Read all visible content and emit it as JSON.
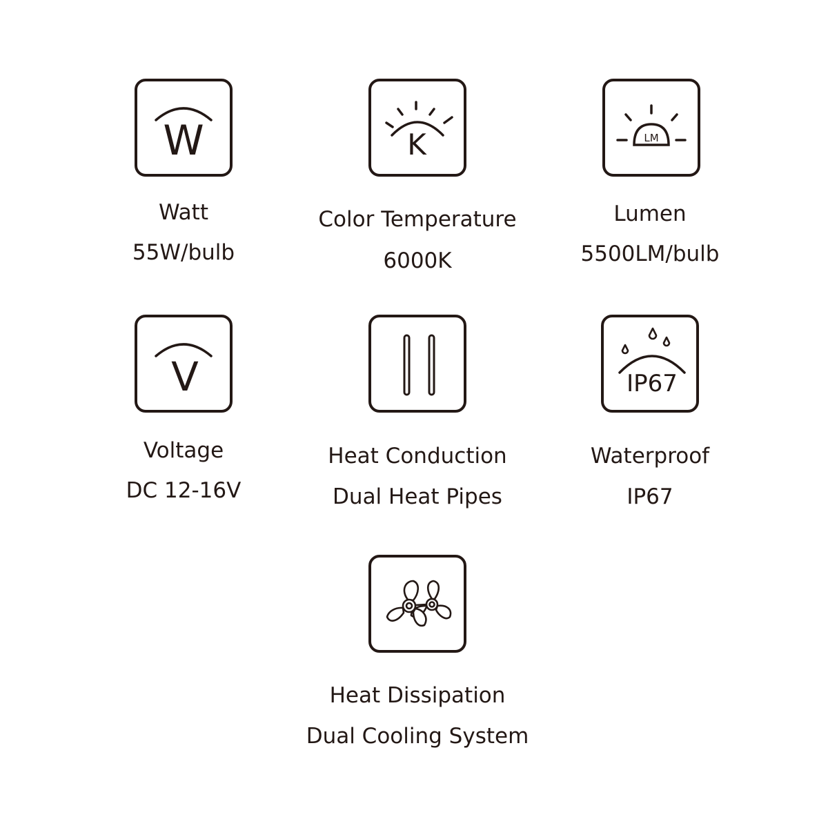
{
  "features": [
    {
      "icon": "watt-icon",
      "glyph": "W",
      "label": "Watt",
      "value": "55W/bulb"
    },
    {
      "icon": "color-temperature-icon",
      "glyph": "K",
      "label": "Color Temperature",
      "value": "6000K"
    },
    {
      "icon": "lumen-icon",
      "glyph": "LM",
      "label": "Lumen",
      "value": "5500LM/bulb"
    },
    {
      "icon": "voltage-icon",
      "glyph": "V",
      "label": "Voltage",
      "value": "DC 12-16V"
    },
    {
      "icon": "heat-pipes-icon",
      "label": "Heat Conduction",
      "value": "Dual Heat Pipes"
    },
    {
      "icon": "waterproof-icon",
      "glyph": "IP67",
      "label": "Waterproof",
      "value": "IP67"
    },
    {
      "icon": "dual-fan-icon",
      "label": "Heat Dissipation",
      "value": "Dual Cooling System"
    }
  ],
  "colors": {
    "ink": "#231815",
    "background": "#ffffff"
  }
}
